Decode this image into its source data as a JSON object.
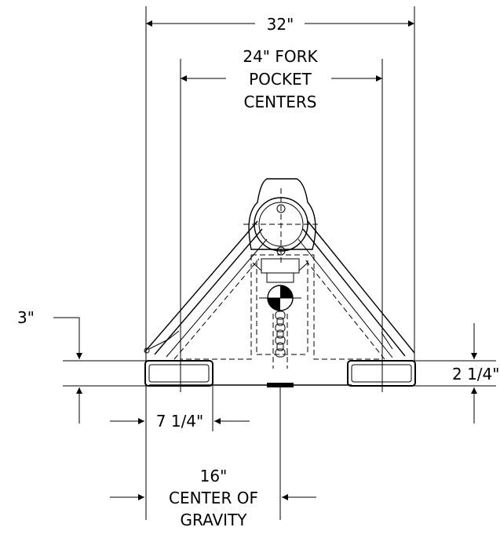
{
  "dimensions": {
    "overall_width": "32\"",
    "fork_pocket_line1": "24\" FORK",
    "fork_pocket_line2": "POCKET",
    "fork_pocket_line3": "CENTERS",
    "height_3": "3\"",
    "pocket_height": "2 1/4\"",
    "pocket_width": "7 1/4\"",
    "cog_line1": "16\"",
    "cog_line2": "CENTER OF",
    "cog_line3": "GRAVITY"
  },
  "colors": {
    "ink": "#000000",
    "background": "#ffffff"
  }
}
